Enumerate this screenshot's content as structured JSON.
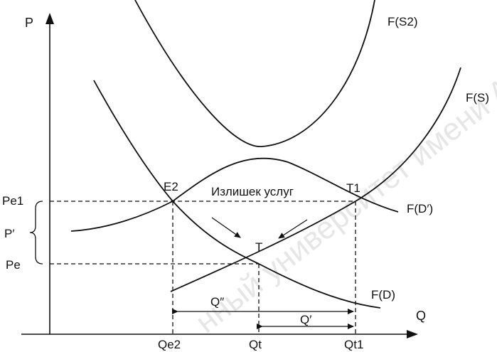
{
  "axes": {
    "y_label": "P",
    "x_label": "Q"
  },
  "curves": {
    "s2": "F(S2)",
    "s": "F(S)",
    "d_prime": "F(D′)",
    "d": "F(D)"
  },
  "points": {
    "e2": "E2",
    "t1": "T1",
    "t": "T"
  },
  "surplus_label": "Излишек услуг",
  "price_ticks": {
    "pe1": "Pe1",
    "p_prime": "P′",
    "pe": "Pe"
  },
  "quantity_ticks": {
    "qe2": "Qe2",
    "qt": "Qt",
    "qt1": "Qt1"
  },
  "quantity_spans": {
    "q_double_prime": "Q″",
    "q_prime": "Q′"
  },
  "watermark": "нный университет имени А"
}
